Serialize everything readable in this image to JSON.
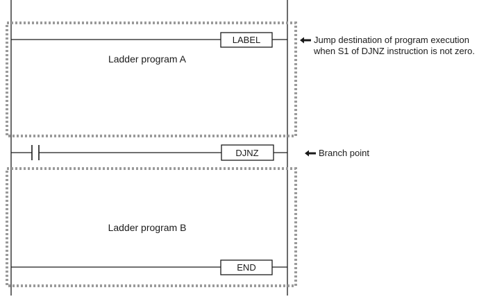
{
  "diagram": {
    "program_a_label": "Ladder program A",
    "program_b_label": "Ladder program B",
    "instructions": {
      "label": "LABEL",
      "djnz": "DJNZ",
      "end": "END"
    },
    "annotations": {
      "jump_line1": "Jump destination of program execution",
      "jump_line2": "when S1 of DJNZ instruction is not zero.",
      "branch": "Branch point"
    },
    "arrow_icon": "left-arrow-icon",
    "colors": {
      "line": "#1a1a1a",
      "dotted_box": "#9a9a9a"
    }
  }
}
